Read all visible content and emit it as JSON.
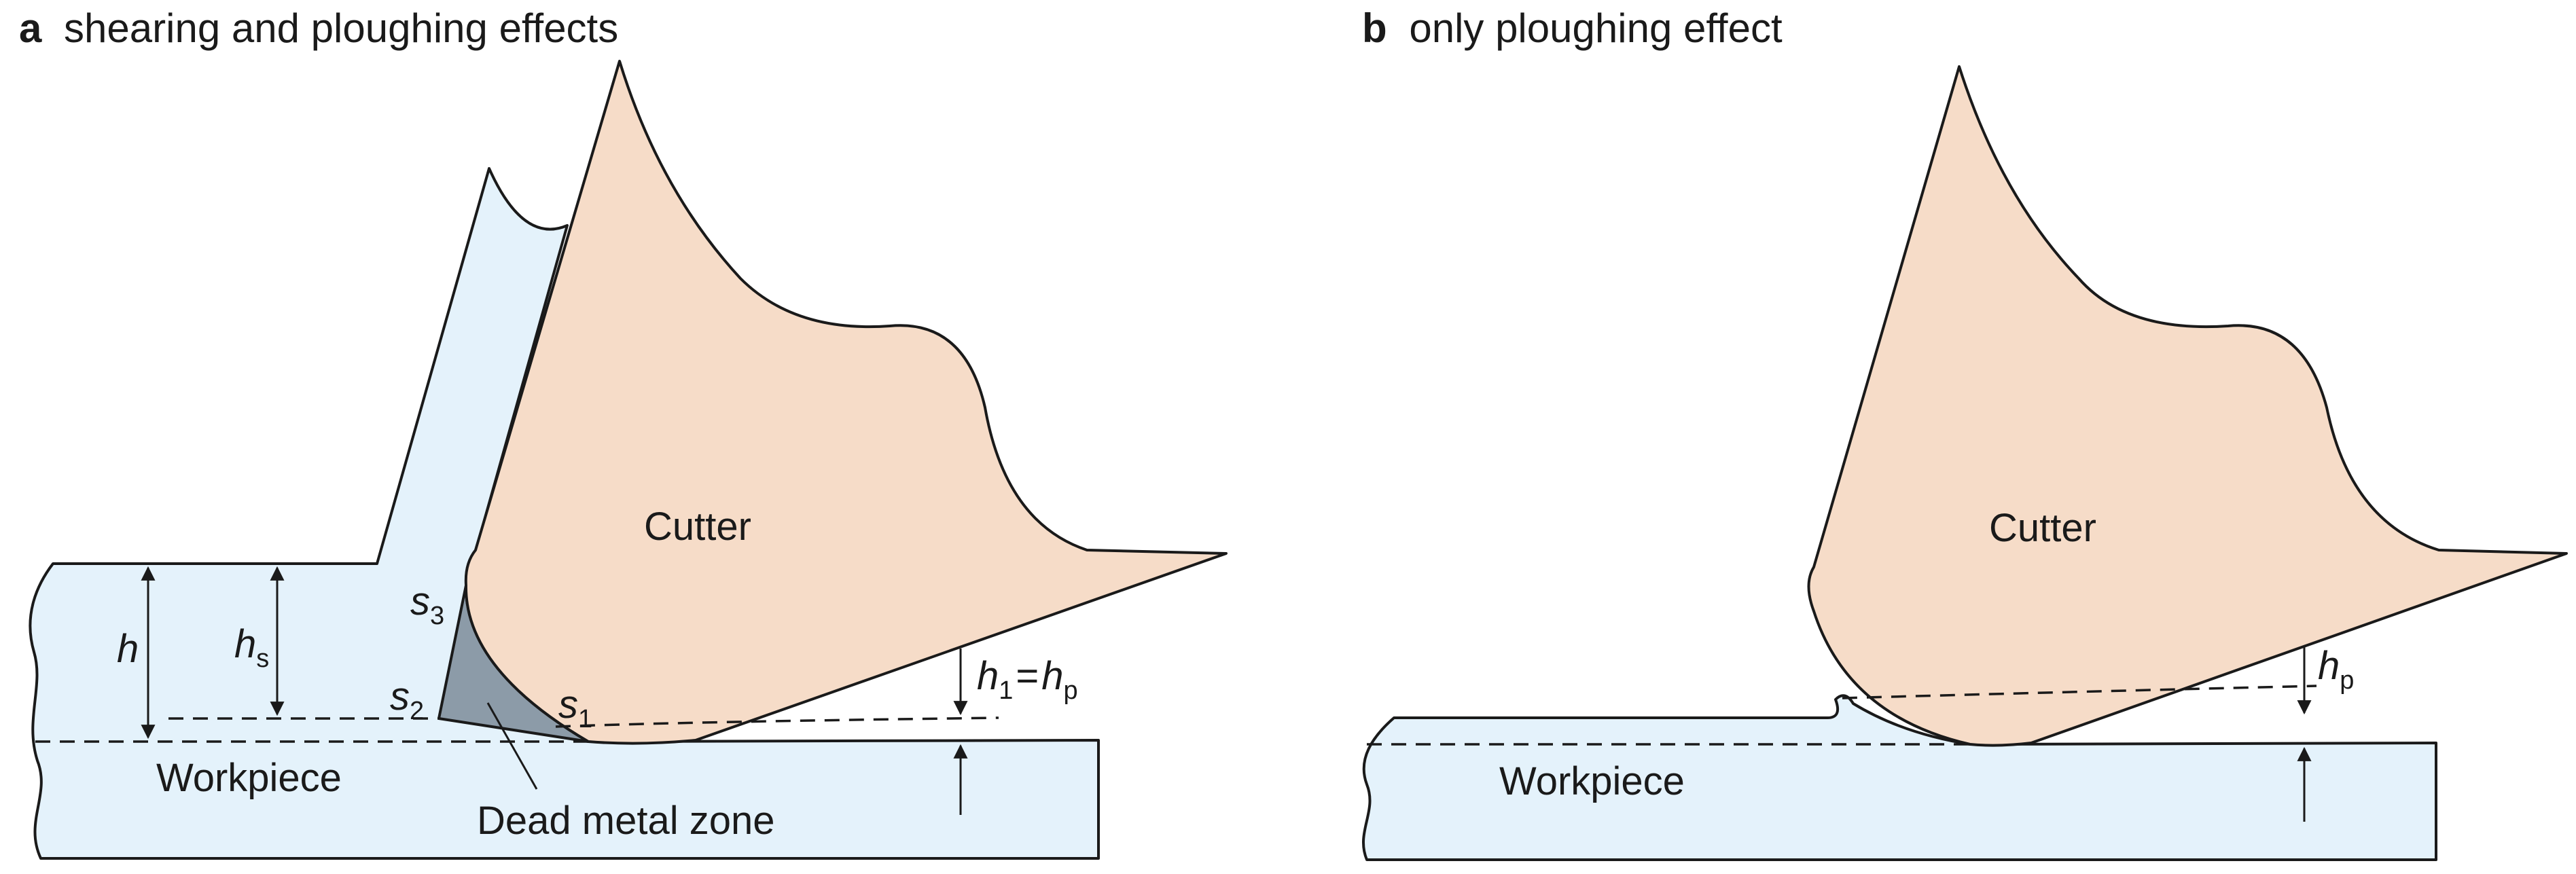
{
  "colors": {
    "workpiece": "#e4f2fb",
    "cutter": "#f6dcc8",
    "dead_metal": "#8c9ba8",
    "line": "#1a1a1a"
  },
  "panel_a": {
    "letter": "a",
    "title": "shearing and ploughing effects",
    "cutter_label": "Cutter",
    "workpiece_label": "Workpiece",
    "dead_metal_label": "Dead metal zone",
    "h": {
      "main": "h",
      "sub": ""
    },
    "hs": {
      "main": "h",
      "sub": "s"
    },
    "h1": {
      "main": "h",
      "sub": "1"
    },
    "eq": "=",
    "hp": {
      "main": "h",
      "sub": "p"
    },
    "s1": {
      "main": "s",
      "sub": "1"
    },
    "s2": {
      "main": "s",
      "sub": "2"
    },
    "s3": {
      "main": "s",
      "sub": "3"
    }
  },
  "panel_b": {
    "letter": "b",
    "title": "only ploughing effect",
    "cutter_label": "Cutter",
    "workpiece_label": "Workpiece",
    "hp": {
      "main": "h",
      "sub": "p"
    }
  }
}
